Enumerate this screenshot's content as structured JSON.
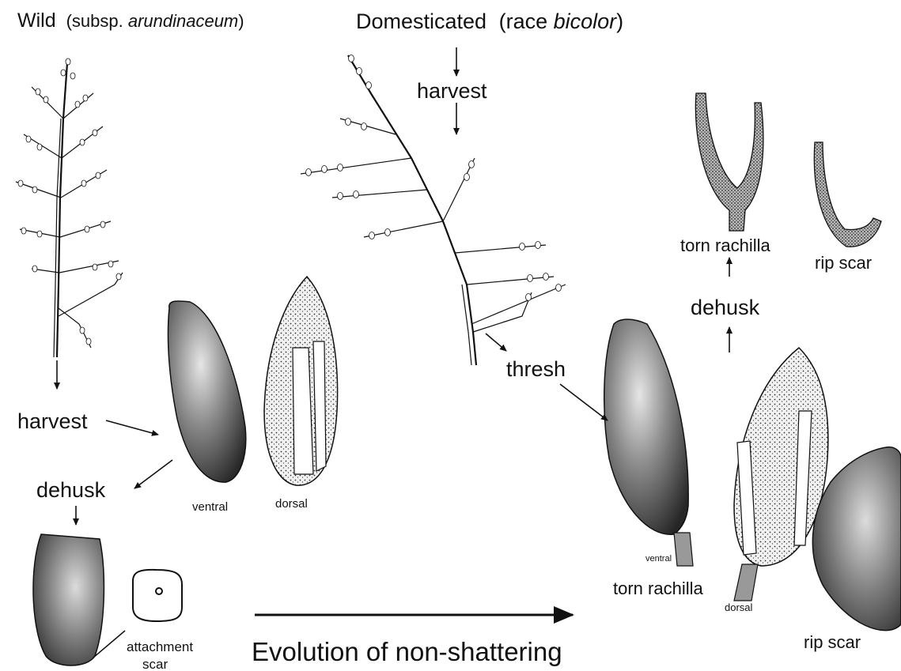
{
  "headings": {
    "wild": "Wild",
    "wild_subsp_open": "(subsp. ",
    "wild_subsp_name": "arundinaceum",
    "wild_subsp_close": ")",
    "domesticated": "Domesticated",
    "dom_race_open": "(race ",
    "dom_race_name": "bicolor",
    "dom_race_close": ")"
  },
  "wild_side": {
    "harvest": "harvest",
    "dehusk": "dehusk",
    "ventral": "ventral",
    "dorsal": "dorsal",
    "attachment_scar_line1": "attachment",
    "attachment_scar_line2": "scar"
  },
  "domesticated_side": {
    "harvest": "harvest",
    "thresh": "thresh",
    "dehusk": "dehusk",
    "torn_rachilla_top": "torn rachilla",
    "rip_scar_top": "rip scar",
    "ventral": "ventral",
    "dorsal": "dorsal",
    "torn_rachilla_bottom": "torn rachilla",
    "rip_scar_bottom": "rip scar"
  },
  "evolution_caption": "Evolution of non-shattering",
  "colors": {
    "ink": "#111111",
    "grain_dark": "#2a2a2a",
    "grain_light": "#cfcfcf",
    "background": "#ffffff"
  }
}
